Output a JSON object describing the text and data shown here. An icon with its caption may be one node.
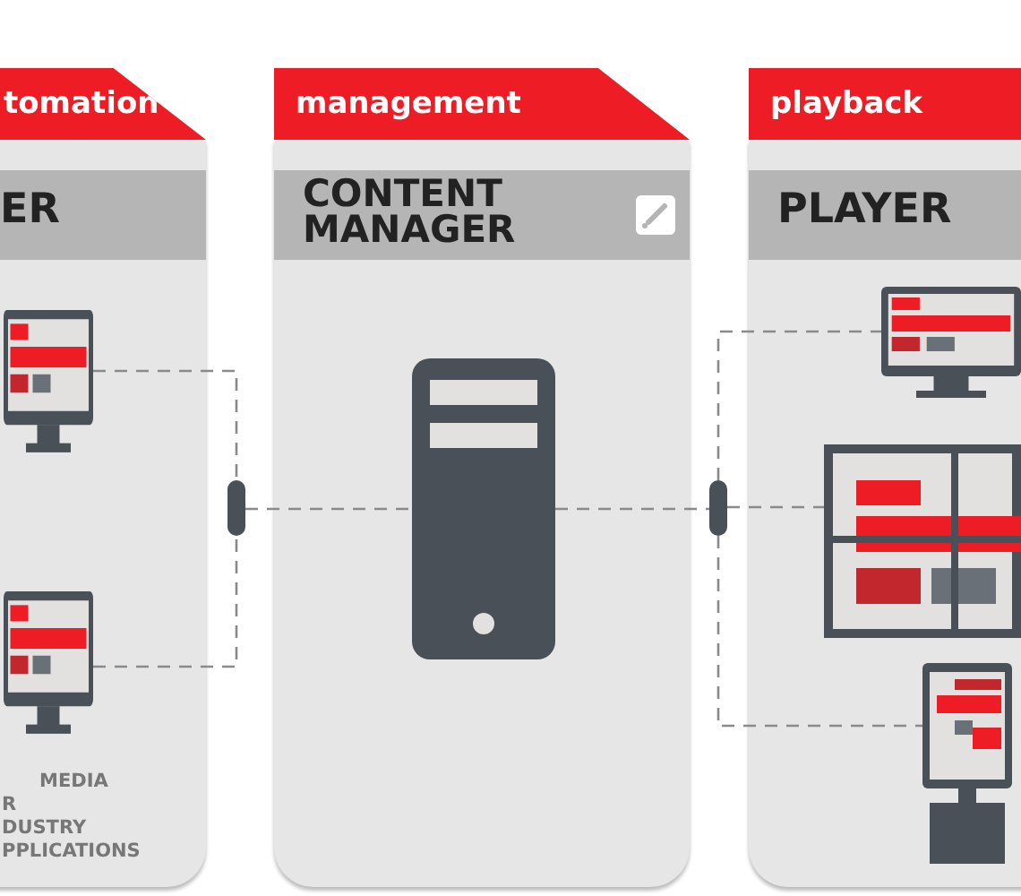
{
  "diagram": {
    "nodes": [
      {
        "text": [
          "tomation",
          "ER",
          "MEDIA",
          "R",
          "DUSTRY",
          "PPLICATIONS"
        ]
      },
      {
        "text": [],
        "shape": "picture",
        "in": 0
      },
      {
        "text": [],
        "shape": "picture",
        "in": 0
      },
      {
        "text": [],
        "shape": "bar"
      },
      {
        "text": [
          "management",
          "CONTENT MANAGER"
        ]
      },
      {
        "text": [],
        "shape": "picture",
        "in": 4
      },
      {
        "text": [],
        "shape": "bar"
      },
      {
        "text": [
          "playback",
          "PLAYER"
        ]
      },
      {
        "text": [],
        "shape": "picture",
        "in": 7
      },
      {
        "text": [],
        "shape": "picture",
        "in": 7
      },
      {
        "text": [],
        "shape": "picture",
        "in": 7
      }
    ],
    "edges": [
      {
        "from": 1,
        "to": 3,
        "arrow": "none",
        "style": "dashed"
      },
      {
        "from": 2,
        "to": 3,
        "arrow": "none",
        "style": "dashed"
      },
      {
        "from": 3,
        "to": 5,
        "arrow": "none",
        "style": "dashed"
      },
      {
        "from": 5,
        "to": 6,
        "arrow": "none",
        "style": "dashed"
      },
      {
        "from": 6,
        "to": 8,
        "arrow": "none",
        "style": "dashed"
      },
      {
        "from": 6,
        "to": 9,
        "arrow": "none",
        "style": "dashed"
      },
      {
        "from": 6,
        "to": 10,
        "arrow": "none",
        "style": "dashed"
      }
    ]
  }
}
